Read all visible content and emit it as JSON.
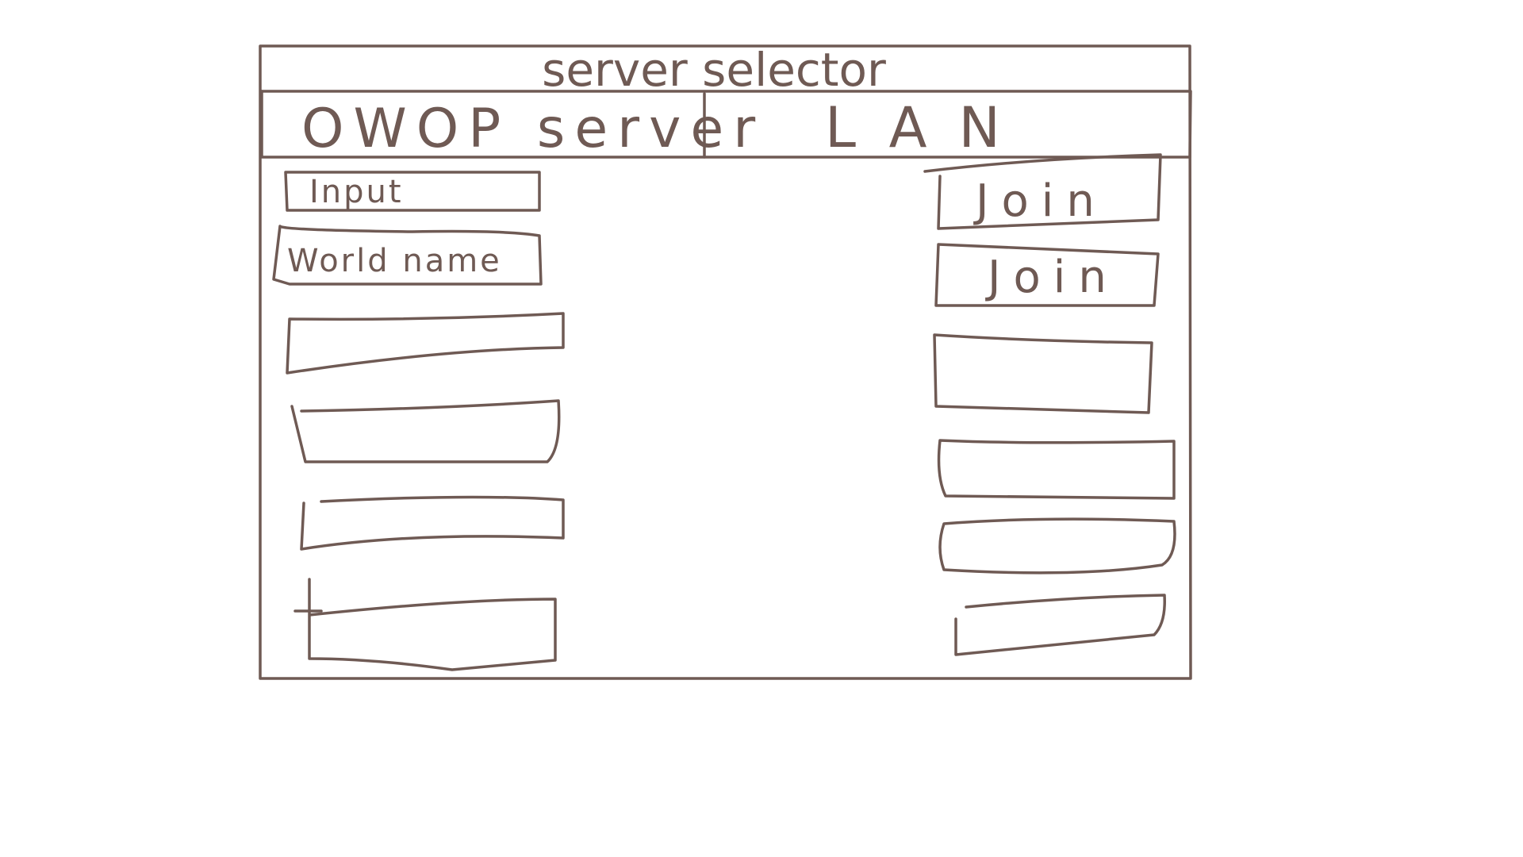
{
  "window": {
    "title": "server selector"
  },
  "tabs": [
    {
      "label": "OWOP server"
    },
    {
      "label": "LAN"
    }
  ],
  "left_column": {
    "search_input": {
      "value": "Input"
    },
    "world_name_field": {
      "value": "World name"
    },
    "empty_rows": 4
  },
  "right_column": {
    "join_buttons": [
      {
        "label": "Join"
      },
      {
        "label": "Join"
      }
    ],
    "empty_buttons": 4
  },
  "colors": {
    "ink": "#6f5a54",
    "background": "#ffffff"
  }
}
